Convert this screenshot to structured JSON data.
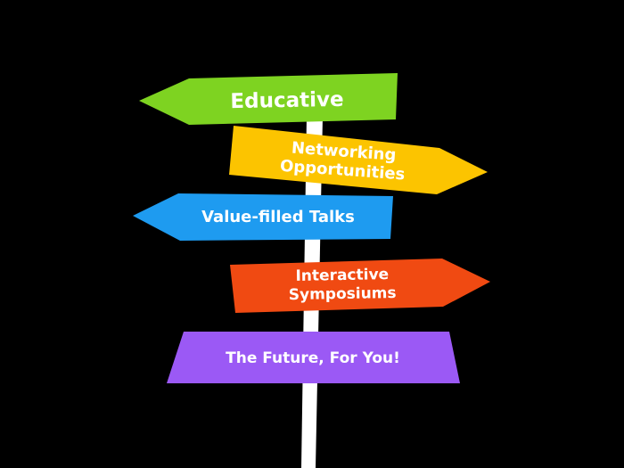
{
  "colors": {
    "background": "#000000",
    "pole": "#ffffff",
    "text": "#ffffff"
  },
  "signs": [
    {
      "id": "educative",
      "lines": [
        "Educative"
      ],
      "color": "#7ed321",
      "direction": "left"
    },
    {
      "id": "networking",
      "lines": [
        "Networking",
        "Opportunities"
      ],
      "color": "#fcc400",
      "direction": "right"
    },
    {
      "id": "value-filled-talks",
      "lines": [
        "Value-filled Talks"
      ],
      "color": "#1e9bf0",
      "direction": "left"
    },
    {
      "id": "interactive-symposiums",
      "lines": [
        "Interactive",
        "Symposiums"
      ],
      "color": "#f04a12",
      "direction": "right"
    },
    {
      "id": "the-future",
      "lines": [
        "The Future, For You!"
      ],
      "color": "#9b59f5",
      "direction": "none"
    }
  ]
}
